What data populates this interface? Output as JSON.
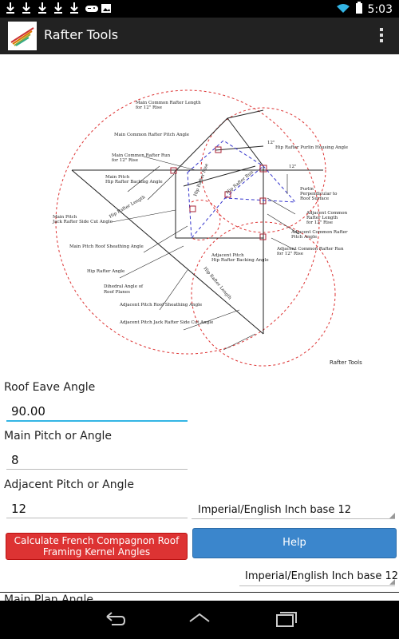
{
  "status": {
    "time": "5:03",
    "icons": [
      "download-icon",
      "download-icon",
      "download-icon",
      "download-icon",
      "download-icon",
      "gamepad-icon",
      "photo-icon"
    ]
  },
  "actionbar": {
    "title": "Rafter Tools",
    "overflow_icon": "overflow-menu-icon"
  },
  "diagram": {
    "labels": {
      "main_common_rafter_length": "Main Common Rafter Length\nfor 12\" Rise",
      "main_common_rafter_pitch_angle": "Main Common Rafter Pitch Angle",
      "main_common_rafter_run": "Main Common Rafter Run\nfor 12\" Rise",
      "main_pitch_hip_rafter_backing_angle": "Main Pitch\nHip Rafter Backing Angle",
      "main_pitch_jack_rafter_side_cut_angle": "Main Pitch\nJack Rafter Side Cut Angle",
      "main_pitch_roof_sheathing_angle": "Main Pitch Roof Sheathing Angle",
      "hip_rafter_angle": "Hip Rafter Angle",
      "dihedral_angle": "Dihedral Angle of\nRoof Planes",
      "adjacent_pitch_roof_sheathing_angle": "Adjacent Pitch Roof Sheathing Angle",
      "adjacent_pitch_jack_rafter_side_cut_angle": "Adjacent Pitch Jack Rafter Side Cut Angle",
      "adjacent_pitch_hip_rafter_backing_angle": "Adjacent Pitch\nHip Rafter Backing Angle",
      "adjacent_common_rafter_run": "Adjacent Common Rafter Run\nfor 12\" Rise",
      "adjacent_common_rafter_pitch_angle": "Adjacent Common Rafter\nPitch Angle",
      "adjacent_common_rafter_length": "Adjacent Common\nRafter Length\nfor 12\" Rise",
      "purlin": "Purlin\nPerpendicular to\nRoof Surface",
      "hip_rafter_purlin_housing_angle": "Hip Rafter Purlin Housing Angle",
      "twelve_a": "12\"",
      "twelve_b": "12\"",
      "hip_rafter_length_1": "Hip Rafter Length",
      "hip_rafter_length_2": "Hip Rafter Length",
      "hip_rafter_run": "Hip Rafter Run",
      "hip_rafter_rise": "Hip Rafter Rise",
      "watermark": "Rafter Tools"
    }
  },
  "form": {
    "roof_eave_angle_label": "Roof Eave Angle",
    "roof_eave_angle_value": "90.00",
    "main_pitch_label": "Main Pitch or Angle",
    "main_pitch_value": "8",
    "adjacent_pitch_label": "Adjacent Pitch or Angle",
    "adjacent_pitch_value": "12",
    "unit_select_1": "Imperial/English Inch base 12",
    "calc_button": "Calculate French Compagnon Roof Framing Kernel Angles",
    "help_button": "Help",
    "unit_select_2": "Imperial/English Inch base 12",
    "main_plan_angle_label": "Main Plan Angle"
  },
  "navbar": {
    "icons": [
      "back-icon",
      "home-icon",
      "recent-apps-icon"
    ]
  },
  "colors": {
    "status_bg": "#000000",
    "actionbar_bg": "#222222",
    "accent_blue": "#33b5e5",
    "calc_red": "#dd3333",
    "help_blue": "#3b86cc"
  }
}
